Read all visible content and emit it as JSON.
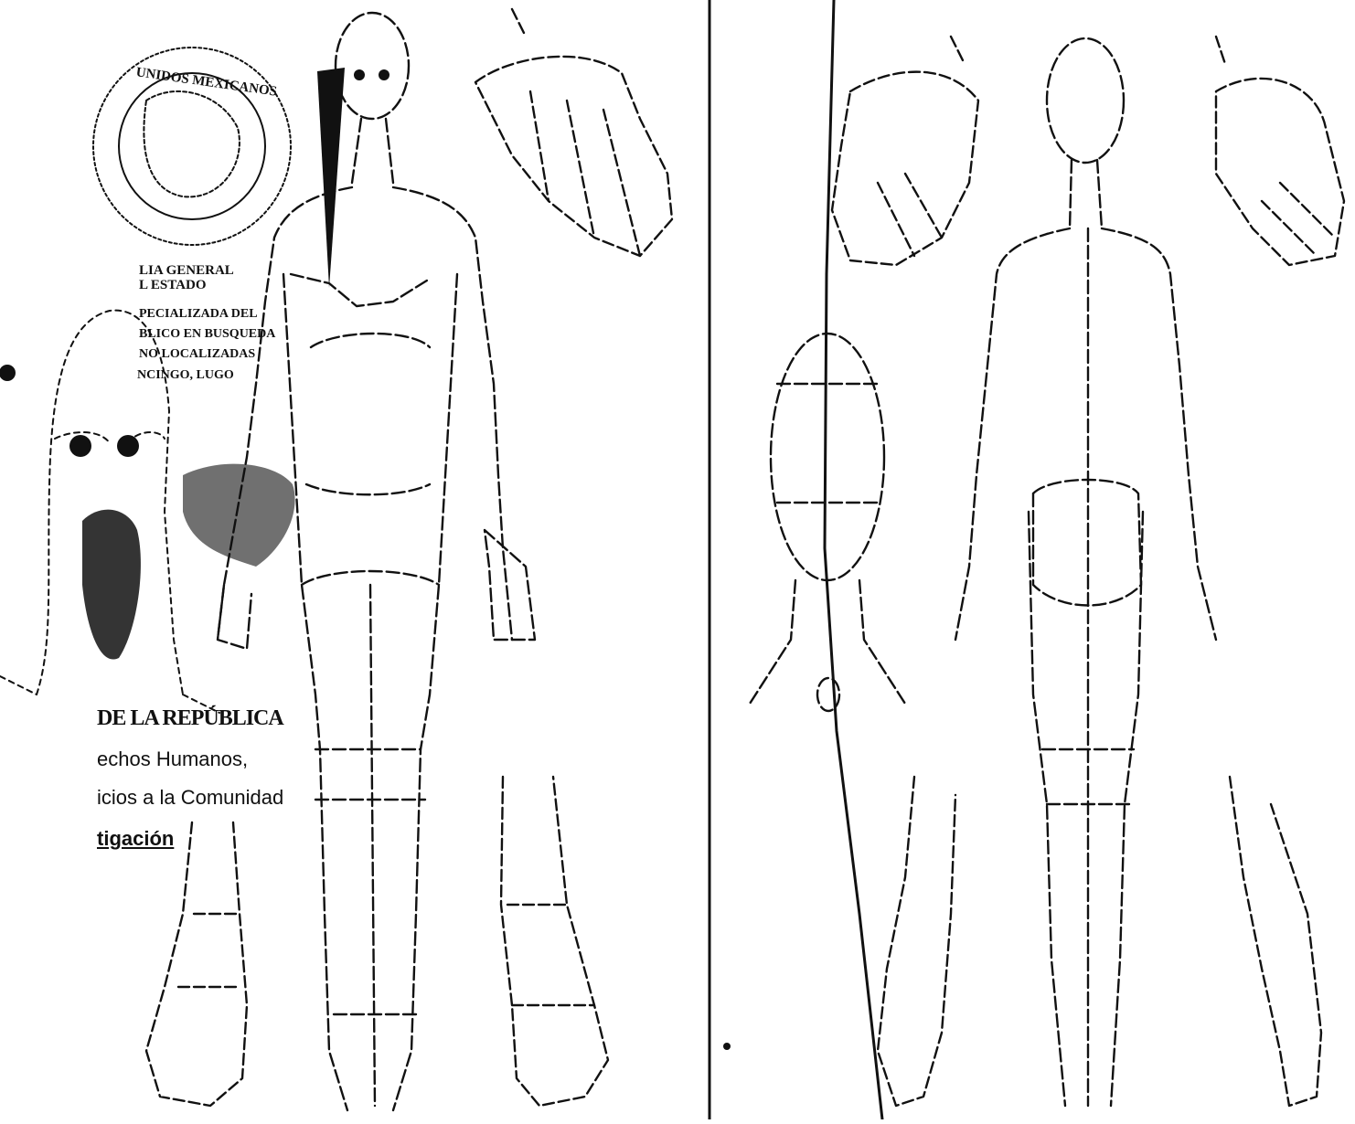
{
  "colors": {
    "ink": "#111111",
    "paper": "#ffffff"
  },
  "seal": {
    "ring_text": "UNIDOS MEXICANOS",
    "lines": [
      "LIA GENERAL",
      "L ESTADO",
      "PECIALIZADA DEL",
      "BLICO EN BUSQUEDA",
      "NO LOCALIZADAS",
      "NCINGO, LUGO"
    ]
  },
  "stamp": {
    "lines": [
      "DE LA REPÚBLICA",
      "echos Humanos,",
      "icios a la Comunidad",
      "tigación"
    ]
  }
}
